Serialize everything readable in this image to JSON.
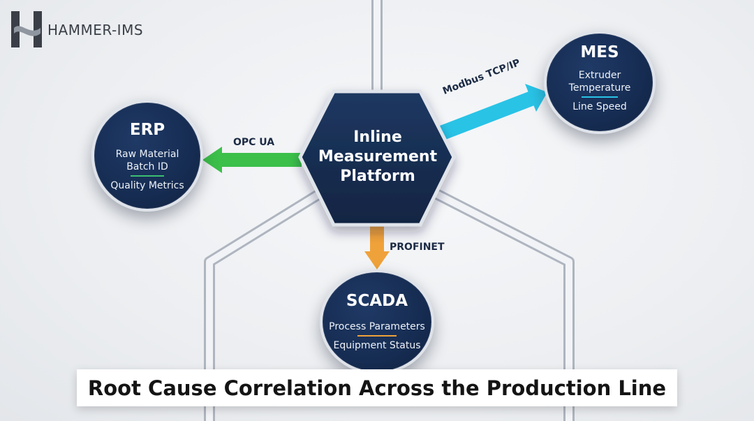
{
  "brand": {
    "name": "HAMMER-IMS"
  },
  "center": {
    "lines": [
      "Inline",
      "Measurement",
      "Platform"
    ]
  },
  "nodes": {
    "erp": {
      "title": "ERP",
      "line1": "Raw Material",
      "line2": "Batch ID",
      "line3": "Quality Metrics",
      "accent": "#3cc070"
    },
    "mes": {
      "title": "MES",
      "line1": "Extruder",
      "line2": "Temperature",
      "line3": "Line Speed",
      "accent": "#29c3e6"
    },
    "scada": {
      "title": "SCADA",
      "line1": "Process Parameters",
      "line2": "Equipment Status",
      "accent": "#f0a23a"
    }
  },
  "protocols": {
    "opc": "OPC UA",
    "modbus": "Modbus TCP/IP",
    "profinet": "PROFINET"
  },
  "colors": {
    "node_fill": "#162c52",
    "arrow_green": "#3cc04a",
    "arrow_cyan": "#29c3e6",
    "arrow_orange": "#f0a23a"
  },
  "icons": [
    "hammer-ims-logo-icon",
    "arrow-left-icon",
    "arrow-right-icon",
    "arrow-down-icon"
  ],
  "banner": {
    "title": "Root Cause Correlation Across the Production Line"
  }
}
